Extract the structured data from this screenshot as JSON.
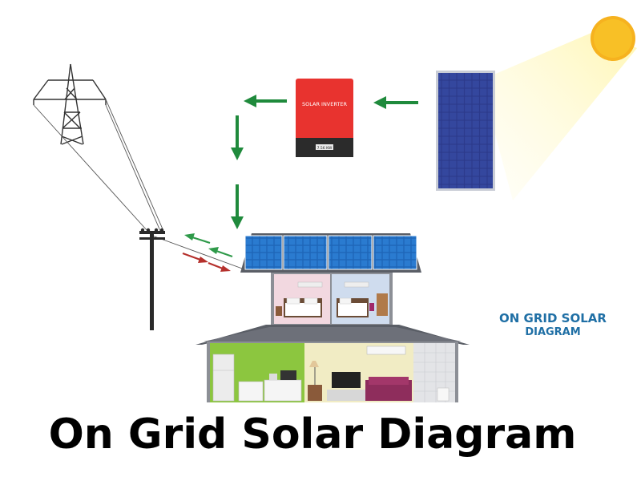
{
  "title": "On Grid Solar Diagram",
  "side_label": {
    "line1": "ON GRID SOLAR",
    "line2": "DIAGRAM"
  },
  "inverter": {
    "name": "SOLAR INVERTER",
    "rating": "7.56 KW"
  },
  "components": [
    "sun-icon",
    "solar-panel",
    "solar-inverter",
    "transmission-tower",
    "utility-pole",
    "house-with-rooftop-solar"
  ],
  "colors": {
    "sun": "#f6b21f",
    "panel": "#2c3a8c",
    "inverter": "#e8332f",
    "flow_arrow": "#1f8a3c",
    "export_arrow": "#2f9a4a",
    "import_arrow": "#b5302c",
    "title_blue": "#1f6fa5",
    "kitchen_green": "#8cc63f",
    "living_room": "#f1ecc4"
  }
}
